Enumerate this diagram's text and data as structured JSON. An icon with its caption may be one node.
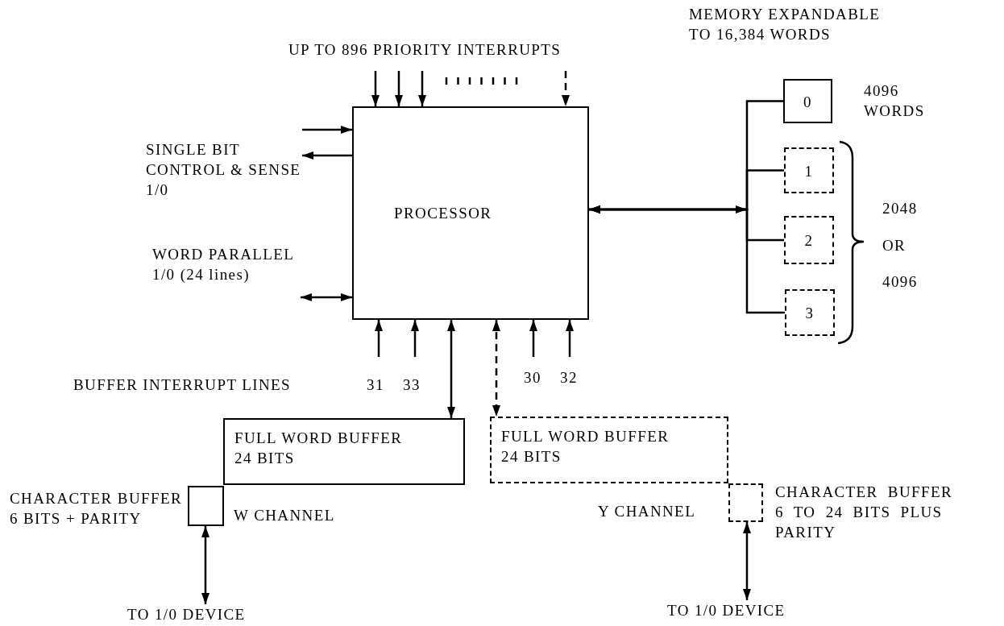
{
  "diagram": {
    "nodes": [
      {
        "text": [
          "PROCESSOR"
        ]
      },
      {
        "text": [
          "0"
        ],
        "beside": [
          "4096 WORDS"
        ]
      },
      {
        "text": [
          "1"
        ]
      },
      {
        "text": [
          "2"
        ]
      },
      {
        "text": [
          "3"
        ]
      },
      {
        "text": [
          "FULL WORD BUFFER 24 BITS"
        ]
      },
      {
        "text": [],
        "shape": "box",
        "beside": [
          "CHARACTER BUFFER 6 BITS + PARITY"
        ]
      },
      {
        "text": [
          "FULL WORD BUFFER 24 BITS"
        ]
      },
      {
        "text": [],
        "shape": "box",
        "beside": [
          "CHARACTER BUFFER 6 TO 24 BITS PLUS PARITY"
        ]
      },
      {
        "text": [
          "TO 1/0 DEVICE"
        ]
      },
      {
        "text": [
          "TO 1/0 DEVICE"
        ]
      },
      {
        "text": [
          "SINGLE BIT CONTROL & SENSE 1/0"
        ]
      },
      {
        "text": [
          "WORD PARALLEL 1/0 (24 lines)"
        ]
      }
    ],
    "edges": [
      {
        "from": 1,
        "to": 0,
        "arrow": "to"
      },
      {
        "from": 2,
        "to": 0,
        "arrow": "to"
      },
      {
        "from": 3,
        "to": 0,
        "arrow": "to"
      },
      {
        "from": 4,
        "to": 0,
        "arrow": "to"
      },
      {
        "from": 11,
        "to": 0,
        "arrow": "to"
      },
      {
        "from": 0,
        "to": 11,
        "arrow": "to"
      },
      {
        "from": 12,
        "to": 0,
        "arrow": "both"
      },
      {
        "from": null,
        "to": 0,
        "arrow": "to"
      },
      {
        "from": null,
        "to": 0,
        "arrow": "to"
      },
      {
        "from": null,
        "to": 0,
        "arrow": "to"
      },
      {
        "from": null,
        "to": 0,
        "arrow": "to",
        "style": "dashed"
      },
      {
        "from": null,
        "to": 0,
        "arrow": "to"
      },
      {
        "from": null,
        "to": 0,
        "arrow": "to"
      },
      {
        "from": 0,
        "to": 5,
        "arrow": "both"
      },
      {
        "from": 0,
        "to": 7,
        "arrow": "both",
        "style": "dashed"
      },
      {
        "from": null,
        "to": 0,
        "arrow": "to"
      },
      {
        "from": null,
        "to": 0,
        "arrow": "to"
      },
      {
        "from": 6,
        "to": 9,
        "arrow": "both"
      },
      {
        "from": 8,
        "to": 10,
        "arrow": "both"
      }
    ],
    "labels": [
      "MEMORY EXPANDABLE TO 16,384 WORDS",
      "UP TO 896 PRIORITY INTERRUPTS",
      "2048",
      "OR",
      "4096",
      "BUFFER INTERRUPT LINES",
      "31",
      "33",
      "30",
      "32",
      "W CHANNEL",
      "Y CHANNEL"
    ]
  }
}
